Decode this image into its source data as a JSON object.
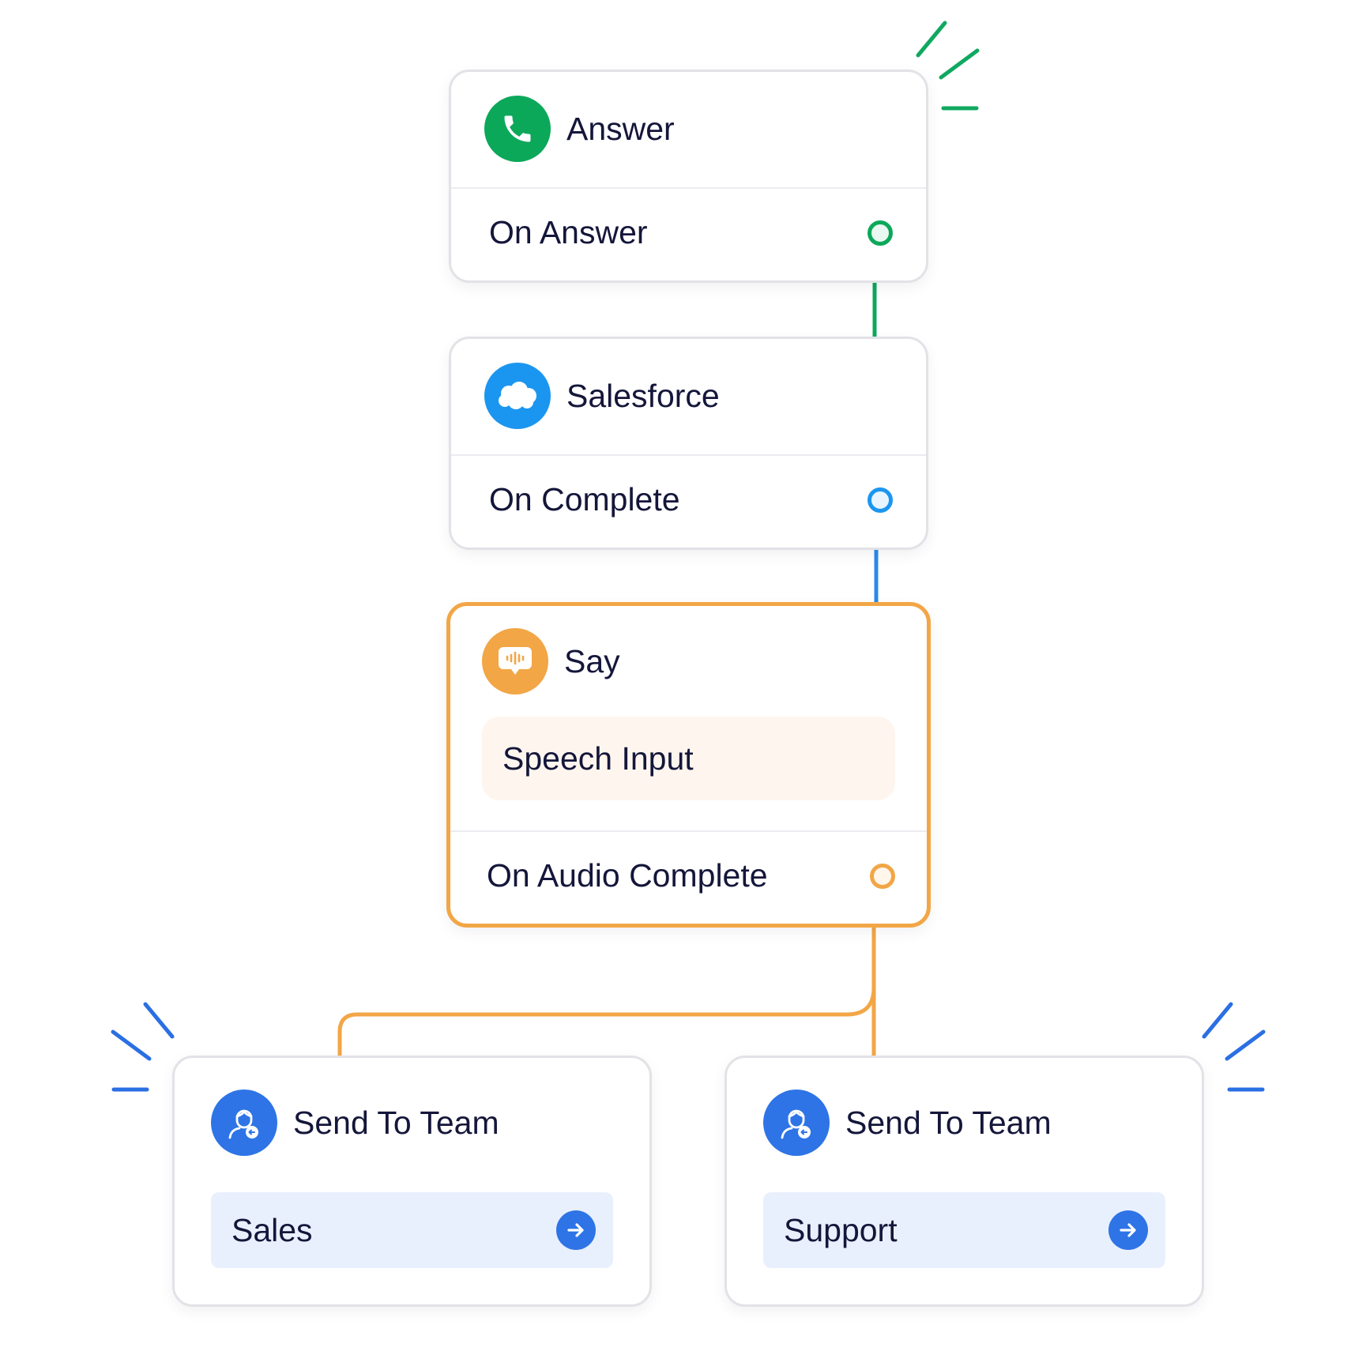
{
  "colors": {
    "green": "#0ca85a",
    "salesforce_blue": "#1b96f0",
    "orange": "#f2a646",
    "team_blue": "#2e74e6",
    "spark_green": "#10a860",
    "spark_blue": "#2a6fe3",
    "wire_blue": "#2b8ae8"
  },
  "nodes": {
    "answer": {
      "title": "Answer",
      "icon": "phone-icon",
      "port_label": "On Answer"
    },
    "salesforce": {
      "title": "Salesforce",
      "icon": "cloud-icon",
      "port_label": "On Complete"
    },
    "say": {
      "title": "Say",
      "icon": "speech-bubble-icon",
      "input_label": "Speech Input",
      "port_label": "On Audio Complete"
    },
    "team_sales": {
      "title": "Send To Team",
      "icon": "agent-icon",
      "target": "Sales",
      "action_icon": "arrow-right-icon"
    },
    "team_support": {
      "title": "Send To Team",
      "icon": "agent-icon",
      "target": "Support",
      "action_icon": "arrow-right-icon"
    }
  }
}
